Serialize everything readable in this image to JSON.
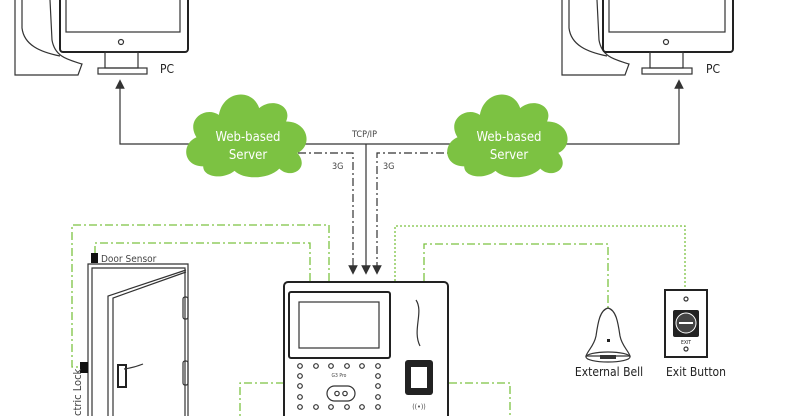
{
  "pcs": [
    {
      "label": "PC"
    },
    {
      "label": "PC"
    }
  ],
  "servers": [
    {
      "line1": "Web-based",
      "line2": "Server"
    },
    {
      "line1": "Web-based",
      "line2": "Server"
    }
  ],
  "connections": {
    "tcpip": "TCP/IP",
    "left_3g": "3G",
    "right_3g": "3G"
  },
  "device": {
    "model": "G3 Pro",
    "rf_symbol": "((•))"
  },
  "peripherals": {
    "door_sensor": "Door Sensor",
    "electric_lock": "ctric Lock",
    "external_bell": "External Bell",
    "exit_button": "Exit Button",
    "exit_text": "EXIT"
  },
  "colors": {
    "cloud": "#7cc242",
    "wire": "#7cc242",
    "line": "#333333"
  }
}
